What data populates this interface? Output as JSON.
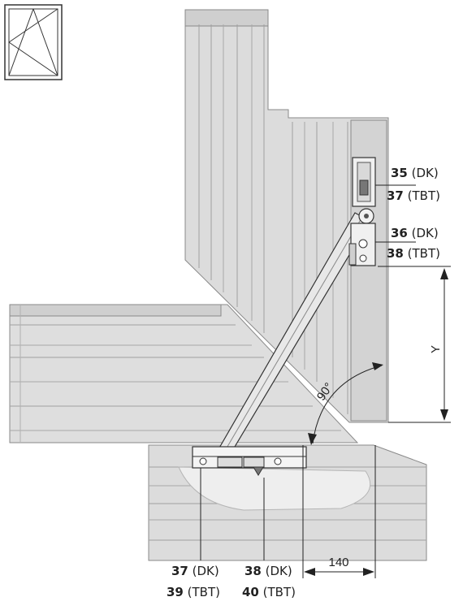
{
  "icon": {
    "name": "tilt-turn-window-icon"
  },
  "colors": {
    "profile": "#d9d9d9",
    "profile_dark": "#bdbdbd",
    "line": "#222222",
    "arm": "#e6e6e6"
  },
  "labels": {
    "top_right_1": {
      "num": "35",
      "type": "(DK)"
    },
    "top_right_2": {
      "num": "37",
      "type": "(TBT)"
    },
    "mid_right_1": {
      "num": "36",
      "type": "(DK)"
    },
    "mid_right_2": {
      "num": "38",
      "type": "(TBT)"
    },
    "bottom_left_1": {
      "num": "37",
      "type": "(DK)"
    },
    "bottom_left_2": {
      "num": "39",
      "type": "(TBT)"
    },
    "bottom_mid_1": {
      "num": "38",
      "type": "(DK)"
    },
    "bottom_mid_2": {
      "num": "40",
      "type": "(TBT)"
    }
  },
  "dimensions": {
    "y": "Y",
    "width": "140",
    "angle": "90°"
  }
}
